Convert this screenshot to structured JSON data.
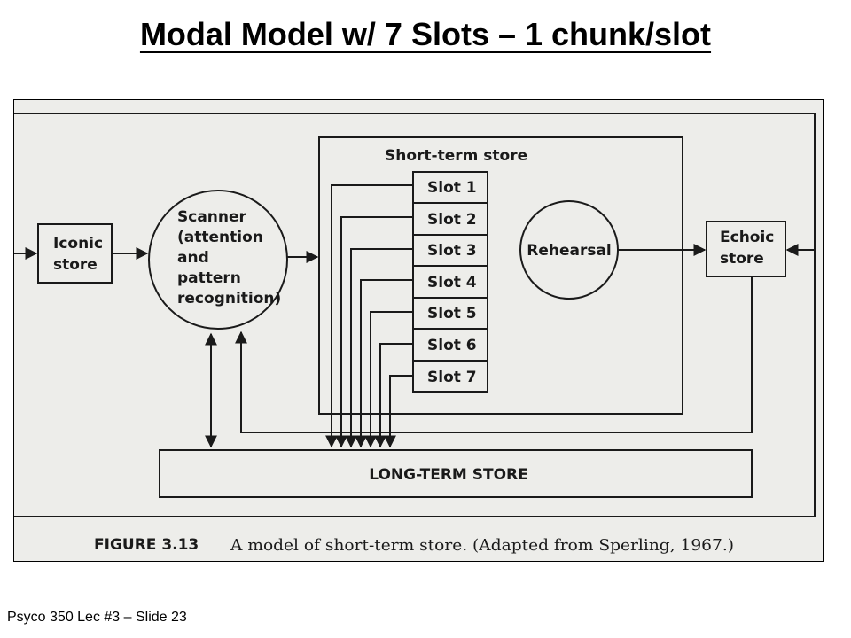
{
  "slide": {
    "title": "Modal Model w/ 7 Slots – 1 chunk/slot",
    "footer": "Psyco 350 Lec #3 – Slide 23"
  },
  "diagram": {
    "iconic_store": [
      "Iconic",
      "store"
    ],
    "scanner": [
      "Scanner",
      "(attention",
      "and",
      "pattern",
      "recognition)"
    ],
    "short_term_store": "Short-term store",
    "slots": [
      "Slot 1",
      "Slot 2",
      "Slot 3",
      "Slot 4",
      "Slot 5",
      "Slot 6",
      "Slot 7"
    ],
    "rehearsal": "Rehearsal",
    "echoic_store": [
      "Echoic",
      "store"
    ],
    "long_term_store": "LONG-TERM STORE",
    "caption_label": "FIGURE 3.13",
    "caption_text": "A model of short-term store. (Adapted from Sperling, 1967.)"
  },
  "colors": {
    "paper": "#ededea",
    "ink": "#1a1a1a"
  }
}
